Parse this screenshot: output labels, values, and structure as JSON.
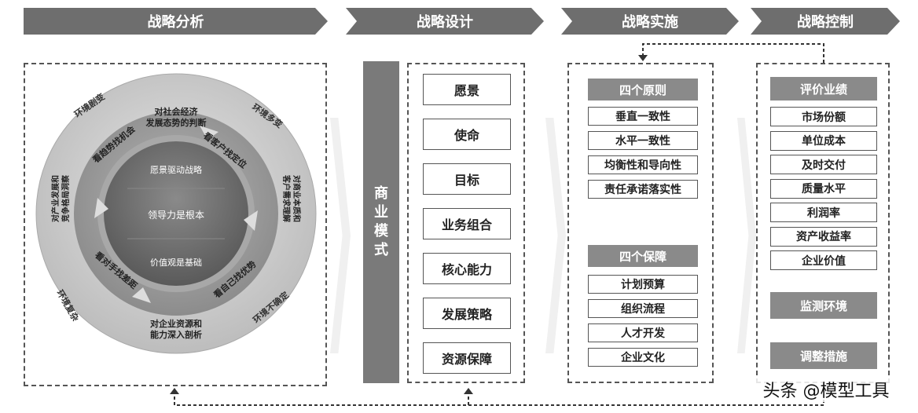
{
  "headers": {
    "analysis": "战略分析",
    "design": "战略设计",
    "implementation": "战略实施",
    "control": "战略控制"
  },
  "analysis": {
    "outer_ring": [
      "环境剧变",
      "环境复杂",
      "环境多变",
      "环境不确定"
    ],
    "middle_labels": {
      "top": "对社会经济\n发展态势的判断",
      "bottom": "对企业资源和\n能力深入剖析",
      "left": "对产业发展和\n竞争格局洞察",
      "right": "对商业本质和\n客户需求理解"
    },
    "ring_labels": {
      "top_left": "看趋势找机会",
      "top_right": "看客户找定位",
      "bottom_left": "看对手找差距",
      "bottom_right": "看自己找优势"
    },
    "inner": {
      "top": "愿景驱动战略",
      "center": "领导力是根本",
      "bottom": "价值观是基础"
    }
  },
  "design": {
    "vertical_label": "商业模式",
    "items": [
      "愿景",
      "使命",
      "目标",
      "业务组合",
      "核心能力",
      "发展策略",
      "资源保障"
    ]
  },
  "implementation": {
    "principles_title": "四个原则",
    "principles": [
      "垂直一致性",
      "水平一致性",
      "均衡性和导向性",
      "责任承诺落实性"
    ],
    "guarantees_title": "四个保障",
    "guarantees": [
      "计划预算",
      "组织流程",
      "人才开发",
      "企业文化"
    ]
  },
  "control": {
    "eval_title": "评价业绩",
    "eval_items": [
      "市场份额",
      "单位成本",
      "及时交付",
      "质量水平",
      "利润率",
      "资产收益率",
      "企业价值"
    ],
    "monitor": "监测环境",
    "adjust": "调整措施"
  },
  "watermark": "头条 @模型工具",
  "colors": {
    "header_bg": "#6e6e6e",
    "section_title_bg": "#8a8a8a",
    "outer_ring": "#c9c9c9",
    "middle_ring": "#9e9e9e",
    "inner_circle": "#6f6f6f"
  }
}
